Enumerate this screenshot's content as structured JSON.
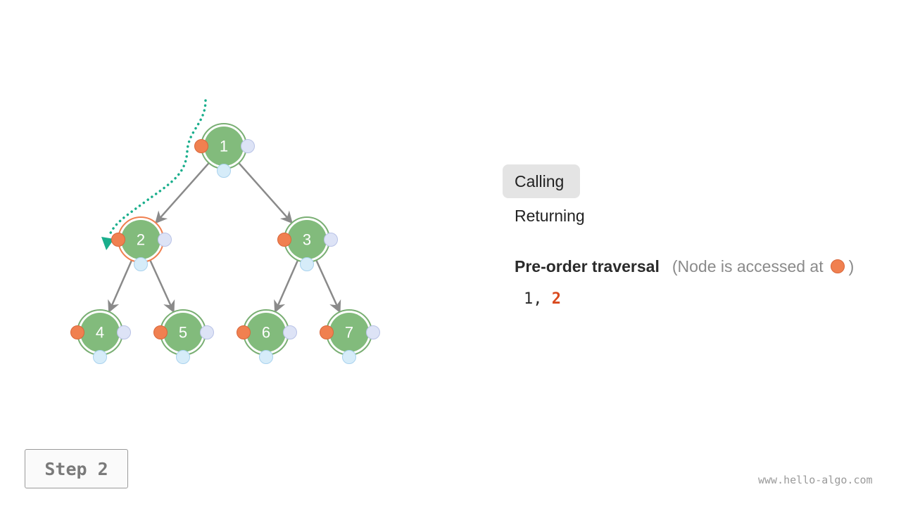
{
  "tree": {
    "nodes": [
      {
        "id": 1,
        "label": "1",
        "highlighted": false
      },
      {
        "id": 2,
        "label": "2",
        "highlighted": true
      },
      {
        "id": 3,
        "label": "3",
        "highlighted": false
      },
      {
        "id": 4,
        "label": "4",
        "highlighted": false
      },
      {
        "id": 5,
        "label": "5",
        "highlighted": false
      },
      {
        "id": 6,
        "label": "6",
        "highlighted": false
      },
      {
        "id": 7,
        "label": "7",
        "highlighted": false
      }
    ],
    "edges": [
      [
        1,
        2
      ],
      [
        1,
        3
      ],
      [
        2,
        4
      ],
      [
        2,
        5
      ],
      [
        3,
        6
      ],
      [
        3,
        7
      ]
    ],
    "colors": {
      "node_fill": "#82bb7c",
      "node_ring": "#7aaf74",
      "highlight_ring": "#f08050",
      "pre_dot": "#f08050",
      "in_dot": "#dde3f6",
      "post_dot": "#d6ecf9",
      "edge": "#8a8a8a",
      "path": "#1aae8c"
    }
  },
  "mode": {
    "calling_label": "Calling",
    "returning_label": "Returning",
    "active": "calling"
  },
  "traversal": {
    "title": "Pre-order traversal",
    "note_prefix": "(Node is accessed at",
    "note_suffix": ")",
    "sequence_prefix": "1, ",
    "sequence_current": "2"
  },
  "step": {
    "label": "Step 2"
  },
  "watermark": "www.hello-algo.com"
}
